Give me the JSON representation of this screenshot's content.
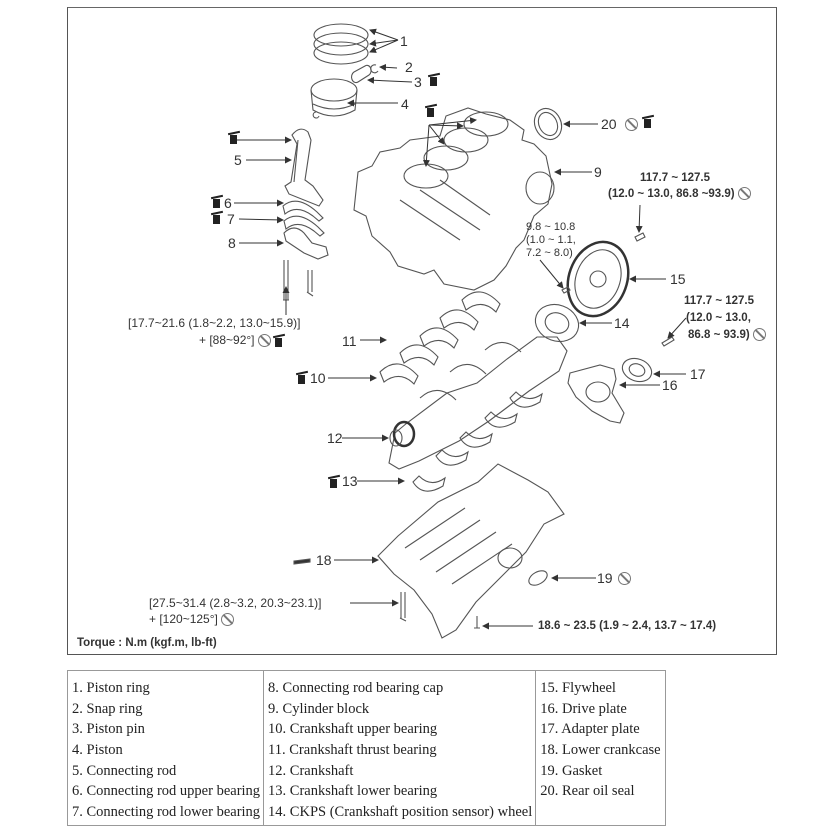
{
  "diagram": {
    "type": "exploded-parts-view",
    "subject": "Engine block / crankshaft assembly",
    "callouts": [
      {
        "id": "1",
        "label": "1"
      },
      {
        "id": "2",
        "label": "2"
      },
      {
        "id": "3",
        "label": "3"
      },
      {
        "id": "4",
        "label": "4"
      },
      {
        "id": "5",
        "label": "5"
      },
      {
        "id": "6",
        "label": "6"
      },
      {
        "id": "7",
        "label": "7"
      },
      {
        "id": "8",
        "label": "8"
      },
      {
        "id": "9",
        "label": "9"
      },
      {
        "id": "10",
        "label": "10"
      },
      {
        "id": "11",
        "label": "11"
      },
      {
        "id": "12",
        "label": "12"
      },
      {
        "id": "13",
        "label": "13"
      },
      {
        "id": "14",
        "label": "14"
      },
      {
        "id": "15",
        "label": "15"
      },
      {
        "id": "16",
        "label": "16"
      },
      {
        "id": "17",
        "label": "17"
      },
      {
        "id": "18",
        "label": "18"
      },
      {
        "id": "19",
        "label": "19"
      },
      {
        "id": "20",
        "label": "20"
      }
    ],
    "torque_specs": {
      "flywheel_bolt_upper": {
        "line1": "117.7 ~ 127.5",
        "line2": "(12.0 ~ 13.0, 86.8 ~93.9)"
      },
      "ckps_wheel_bolt": {
        "line1": "9.8 ~ 10.8",
        "line2": "(1.0 ~ 1.1,",
        "line3": "7.2 ~ 8.0)"
      },
      "drive_plate_bolt": {
        "line1": "117.7 ~ 127.5",
        "line2": "(12.0 ~ 13.0,",
        "line3": "86.8 ~ 93.9)"
      },
      "con_rod_bolt": {
        "line1": "[17.7~21.6 (1.8~2.2, 13.0~15.9)]",
        "line2": "+ [88~92°]"
      },
      "main_bearing_bolt": {
        "line1": "[27.5~31.4 (2.8~3.2, 20.3~23.1)]",
        "line2": "+ [120~125°]"
      },
      "lower_crankcase_bolt": {
        "line1": "18.6 ~ 23.5 (1.9 ~ 2.4, 13.7 ~ 17.4)"
      }
    },
    "symbols": {
      "no_reuse": "prohibition-circle-icon",
      "apply_oil": "oil-can-icon"
    },
    "torque_unit_label": "Torque : N.m (kgf.m, lb-ft)"
  },
  "parts_table": {
    "columns": [
      [
        "1.  Piston ring",
        "2.  Snap ring",
        "3.  Piston pin",
        "4.  Piston",
        "5.  Connecting rod",
        "6.  Connecting rod upper bearing",
        "7.  Connecting rod lower bearing"
      ],
      [
        "8.  Connecting rod bearing cap",
        "9. Cylinder block",
        "10. Crankshaft upper bearing",
        "11. Crankshaft thrust bearing",
        "12. Crankshaft",
        "13. Crankshaft lower bearing",
        "14. CKPS (Crankshaft position sensor) wheel"
      ],
      [
        "15. Flywheel",
        "16. Drive plate",
        "17. Adapter plate",
        "18. Lower crankcase",
        "19. Gasket",
        "20. Rear oil seal",
        ""
      ]
    ]
  }
}
